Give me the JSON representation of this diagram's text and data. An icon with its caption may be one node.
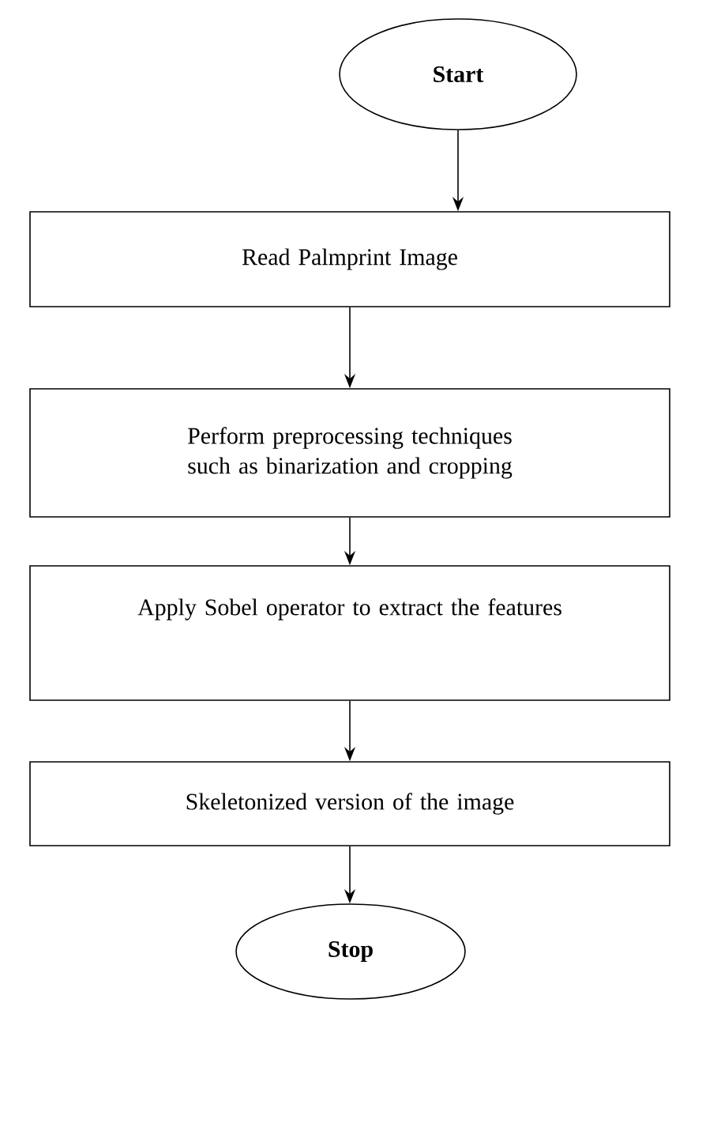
{
  "diagram": {
    "nodes": [
      {
        "text": [
          "**Start**"
        ]
      },
      {
        "text": [
          "Read Palmprint Image"
        ]
      },
      {
        "text": [
          "Perform preprocessing techniques such as binarization and cropping"
        ]
      },
      {
        "text": [
          "Apply Sobel operator to extract the features"
        ]
      },
      {
        "text": [
          "Skeletonized version of the image"
        ]
      },
      {
        "text": [
          "**Stop**"
        ]
      }
    ],
    "edges": [
      {
        "from": 0,
        "to": 1,
        "arrow": "to"
      },
      {
        "from": 1,
        "to": 2,
        "arrow": "to"
      },
      {
        "from": 2,
        "to": 3,
        "arrow": "to"
      },
      {
        "from": 3,
        "to": 4,
        "arrow": "to"
      },
      {
        "from": 4,
        "to": 5,
        "arrow": "to"
      }
    ]
  }
}
